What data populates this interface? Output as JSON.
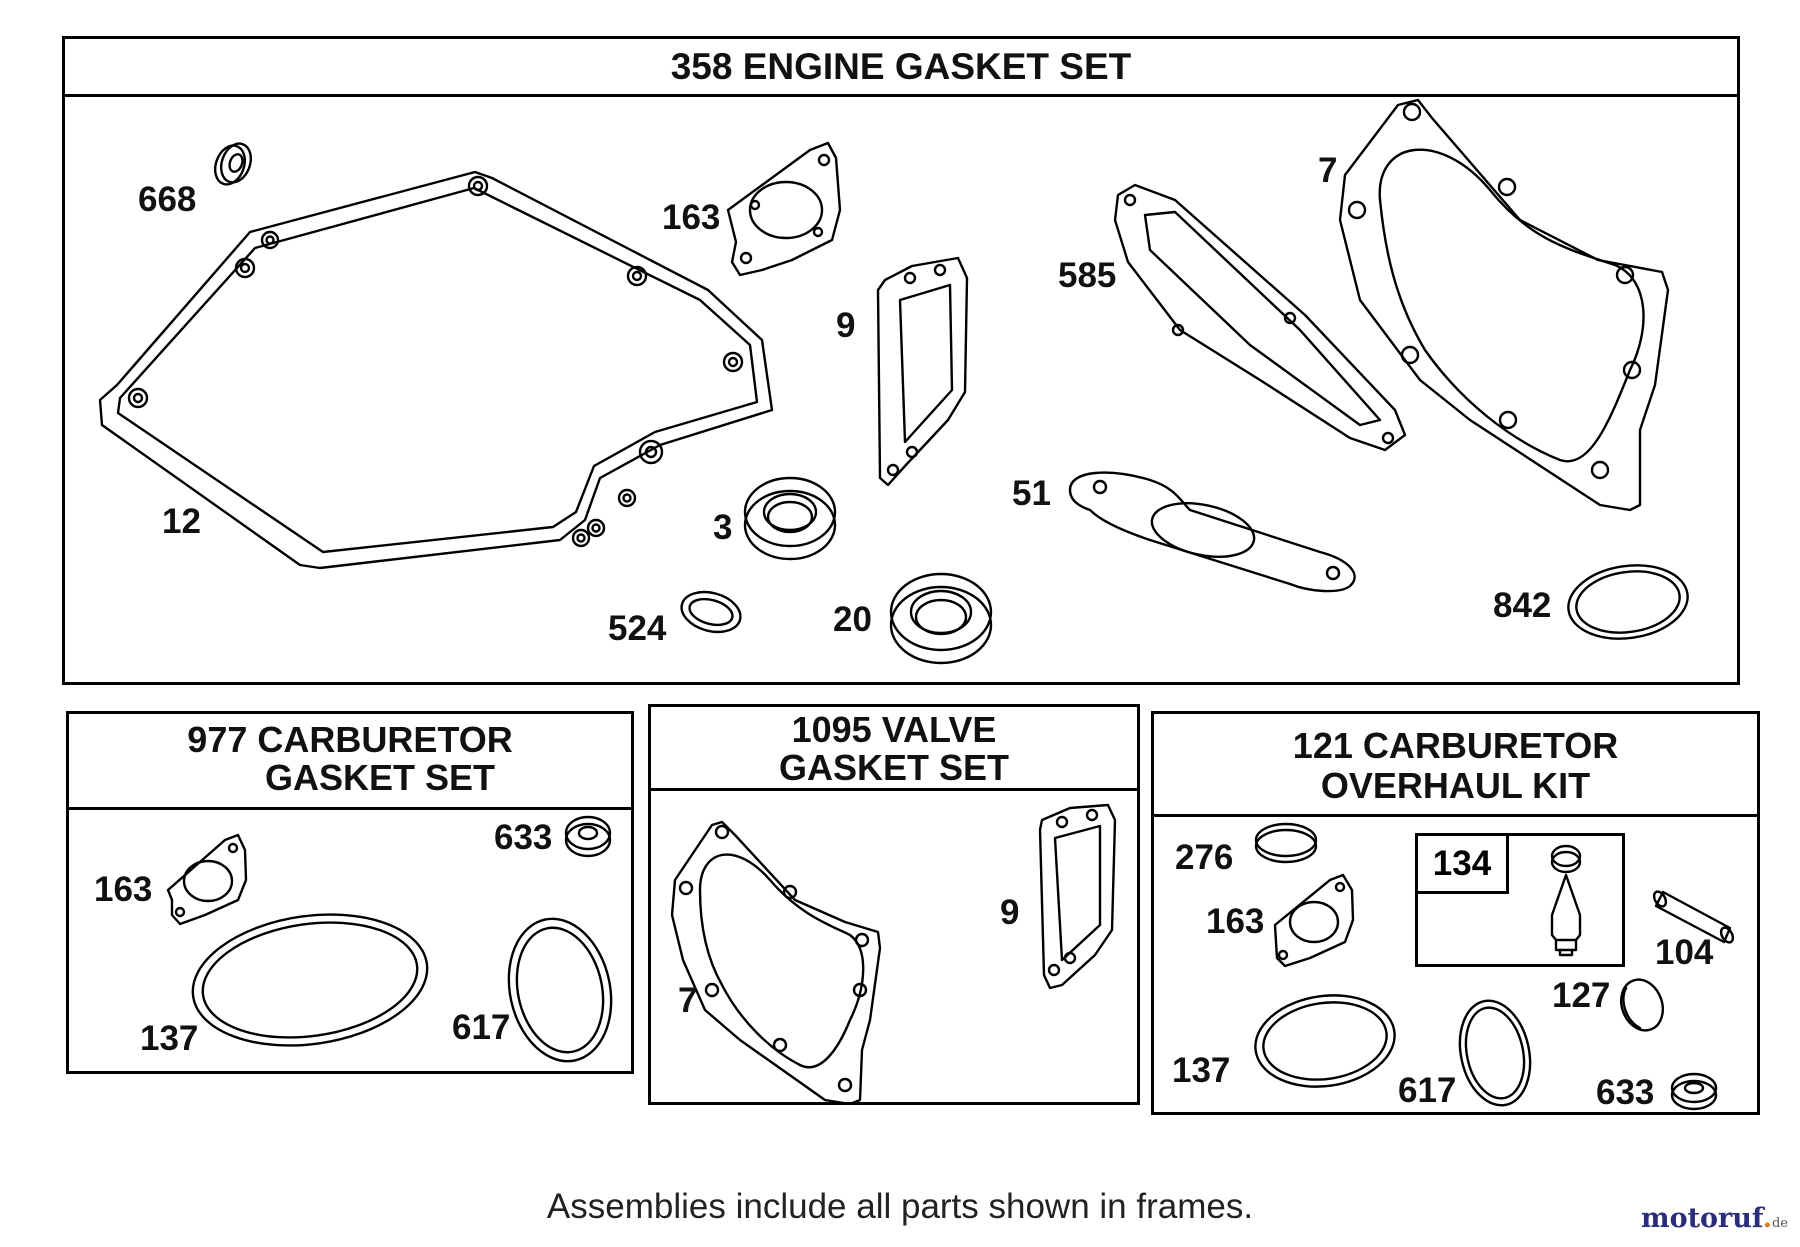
{
  "frames": {
    "engine": {
      "title": "358 ENGINE GASKET SET"
    },
    "carb_gasket": {
      "title_line1": "977 CARBURETOR",
      "title_line2": "GASKET SET"
    },
    "valve_gasket": {
      "title_line1": "1095 VALVE",
      "title_line2": "GASKET SET"
    },
    "carb_overhaul": {
      "title_line1": "121 CARBURETOR",
      "title_line2": "OVERHAUL KIT"
    }
  },
  "parts": {
    "engine": [
      "668",
      "163",
      "9",
      "585",
      "7",
      "12",
      "3",
      "51",
      "524",
      "20",
      "842"
    ],
    "carb_gasket": [
      "163",
      "633",
      "137",
      "617"
    ],
    "valve_gasket": [
      "9",
      "7"
    ],
    "carb_overhaul": [
      "276",
      "163",
      "134",
      "104",
      "127",
      "137",
      "617",
      "633"
    ]
  },
  "subframe_label": "134",
  "footnote": "Assemblies include all parts shown in frames.",
  "watermark": {
    "brand": "motoruf",
    "tld": "de"
  }
}
